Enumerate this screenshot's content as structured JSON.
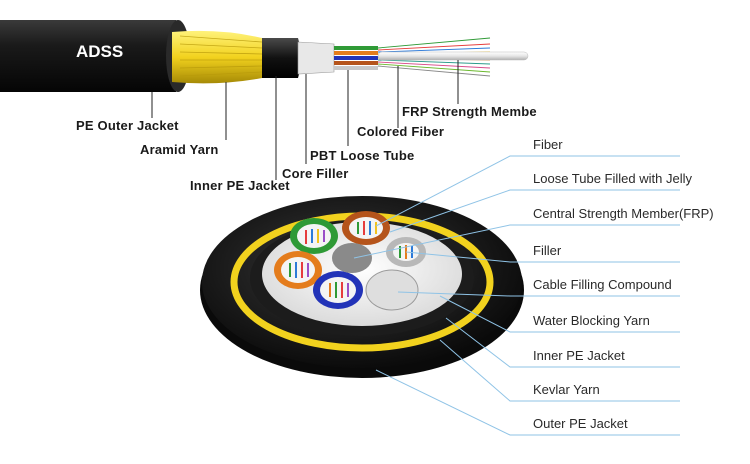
{
  "cable": {
    "brand": "ADSS",
    "top_labels": [
      {
        "id": "pe-outer-jacket",
        "text": "PE Outer Jacket"
      },
      {
        "id": "aramid-yarn",
        "text": "Aramid Yarn"
      },
      {
        "id": "inner-pe-jacket",
        "text": "Inner PE Jacket"
      },
      {
        "id": "core-filler",
        "text": "Core Filler"
      },
      {
        "id": "pbt-loose-tube",
        "text": "PBT Loose Tube"
      },
      {
        "id": "colored-fiber",
        "text": "Colored Fiber"
      },
      {
        "id": "frp-strength-member",
        "text": "FRP Strength Membe"
      }
    ]
  },
  "cross_section": {
    "labels": [
      {
        "id": "fiber",
        "text": "Fiber"
      },
      {
        "id": "loose-tube",
        "text": "Loose Tube Filled with Jelly"
      },
      {
        "id": "central-strength-member",
        "text": "Central Strength Member(FRP)"
      },
      {
        "id": "filler",
        "text": "Filler"
      },
      {
        "id": "cable-filling-compound",
        "text": "Cable Filling Compound"
      },
      {
        "id": "water-blocking-yarn",
        "text": "Water Blocking Yarn"
      },
      {
        "id": "inner-pe-jacket",
        "text": "Inner PE Jacket"
      },
      {
        "id": "kevlar-yarn",
        "text": "Kevlar Yarn"
      },
      {
        "id": "outer-pe-jacket",
        "text": "Outer PE Jacket"
      }
    ]
  },
  "colors": {
    "jacket": "#141414",
    "aramid": "#f2d21e",
    "tube_green": "#2f9a36",
    "tube_orange": "#e47c1c",
    "tube_blue": "#2233b8",
    "tube_brown": "#b5541b",
    "frp": "#8a8a8a",
    "leader_line": "#8fc3e6"
  }
}
